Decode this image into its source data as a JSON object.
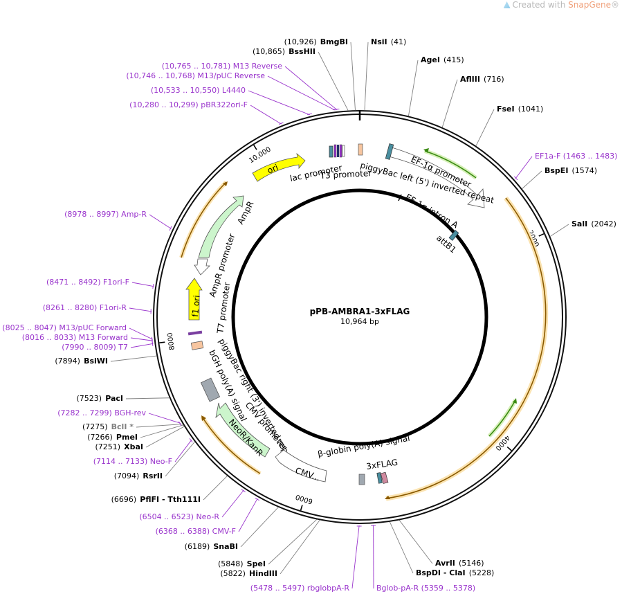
{
  "brand": {
    "prefix": "Created with ",
    "name": "SnapGene",
    "suffix": "®"
  },
  "plasmid": {
    "name": "pPB-AMBRA1-3xFLAG",
    "length_label": "10,964 bp",
    "total_bp": 10964
  },
  "ticks": [
    {
      "bp": 2000,
      "label": "2000"
    },
    {
      "bp": 4000,
      "label": "4000"
    },
    {
      "bp": 6000,
      "label": "6000"
    },
    {
      "bp": 8000,
      "label": "8000"
    },
    {
      "bp": 10000,
      "label": "10,000"
    }
  ],
  "sites": [
    {
      "pos": "(10,926)",
      "name": "BmgBI",
      "bp": 10926
    },
    {
      "pos": "(10,865)",
      "name": "BssHII",
      "bp": 10865
    },
    {
      "pos": "(41)",
      "name": "NsiI",
      "bp": 41
    },
    {
      "pos": "(415)",
      "name": "AgeI",
      "bp": 415
    },
    {
      "pos": "(716)",
      "name": "AflIII",
      "bp": 716
    },
    {
      "pos": "(1041)",
      "name": "FseI",
      "bp": 1041
    },
    {
      "pos": "(1574)",
      "name": "BspEI",
      "bp": 1574
    },
    {
      "pos": "(2042)",
      "name": "SalI",
      "bp": 2042
    },
    {
      "pos": "(5146)",
      "name": "AvrII",
      "bp": 5146
    },
    {
      "pos": "(5228)",
      "name": "BspDI - ClaI",
      "bp": 5228
    },
    {
      "pos": "(5822)",
      "name": "HindIII",
      "bp": 5822
    },
    {
      "pos": "(5848)",
      "name": "SpeI",
      "bp": 5848
    },
    {
      "pos": "(6189)",
      "name": "SnaBI",
      "bp": 6189
    },
    {
      "pos": "(6696)",
      "name": "PflFI - Tth111I",
      "bp": 6696
    },
    {
      "pos": "(7094)",
      "name": "RsrII",
      "bp": 7094
    },
    {
      "pos": "(7251)",
      "name": "XbaI",
      "bp": 7251
    },
    {
      "pos": "(7266)",
      "name": "PmeI",
      "bp": 7266
    },
    {
      "pos": "(7275)",
      "name": "BclI *",
      "bp": 7275,
      "blocked": true
    },
    {
      "pos": "(7523)",
      "name": "PacI",
      "bp": 7523
    },
    {
      "pos": "(7894)",
      "name": "BsiWI",
      "bp": 7894
    }
  ],
  "primers": [
    {
      "text": "(10,765 .. 10,781)  M13 Reverse",
      "bp": 10773
    },
    {
      "text": "(10,746 .. 10,768)  M13/pUC Reverse",
      "bp": 10757
    },
    {
      "text": "(10,533 .. 10,550)  L4440",
      "bp": 10541
    },
    {
      "text": "(10,280 .. 10,299)  pBR322ori-F",
      "bp": 10290
    },
    {
      "text": "EF1a-F   (1463 .. 1483)",
      "bp": 1473
    },
    {
      "text": "(8978 .. 8997)  Amp-R",
      "bp": 8987
    },
    {
      "text": "(8471 .. 8492)  F1ori-F",
      "bp": 8481
    },
    {
      "text": "(8261 .. 8280)  F1ori-R",
      "bp": 8270
    },
    {
      "text": "(8025 .. 8047)  M13/pUC Forward",
      "bp": 8036
    },
    {
      "text": "(8016 .. 8033)  M13 Forward",
      "bp": 8024
    },
    {
      "text": "(7990 .. 8009)  T7",
      "bp": 8000
    },
    {
      "text": "(7282 .. 7299)  BGH-rev",
      "bp": 7290
    },
    {
      "text": "(7114 .. 7133)  Neo-F",
      "bp": 7123
    },
    {
      "text": "(6504 .. 6523)  Neo-R",
      "bp": 6513
    },
    {
      "text": "(6368 .. 6388)  CMV-F",
      "bp": 6378
    },
    {
      "text": "(5478 .. 5497)  rbglobpA-R",
      "bp": 5487
    },
    {
      "text": "Bglob-pA-R   (5359 .. 5378)",
      "bp": 5368
    }
  ],
  "features": {
    "ori": "ori",
    "ampr": "AmpR",
    "ampr_promoter": "AmpR promoter",
    "f1_ori": "f1 ori",
    "t7_promoter": "T7 promoter",
    "lac_promoter": "lac promoter",
    "t3_promoter": "T3 promoter",
    "piggybac_left": "piggyBac left (5') inverted repeat",
    "ef1a_promoter": "EF-1α promoter",
    "ef1a_intron": "EF-1α intron A",
    "attb1": "attB1",
    "bgh_polya": "bGH poly(A) signal",
    "piggybac_right": "piggyBac right (3') inverted repeat",
    "cmv_promoter": "CMV promoter",
    "neor": "NeoR/KanR",
    "cmv_enhancer": "CMV...",
    "beta_globin": "β-globin poly(A) signal",
    "flag": "3xFLAG"
  },
  "colors": {
    "ori": "#ffff00",
    "ampr": "#ccf5cc",
    "f1_ori": "#ffff00",
    "promoter": "#ffffff",
    "orf_arc": "#f4a83a",
    "orf_glow": "#fbe3b0",
    "green_arc": "#46a417",
    "green_glow": "#d6f0b8",
    "primer": "#9933cc",
    "bgh": "#a0a8b0",
    "t3": "#f7c59f"
  }
}
